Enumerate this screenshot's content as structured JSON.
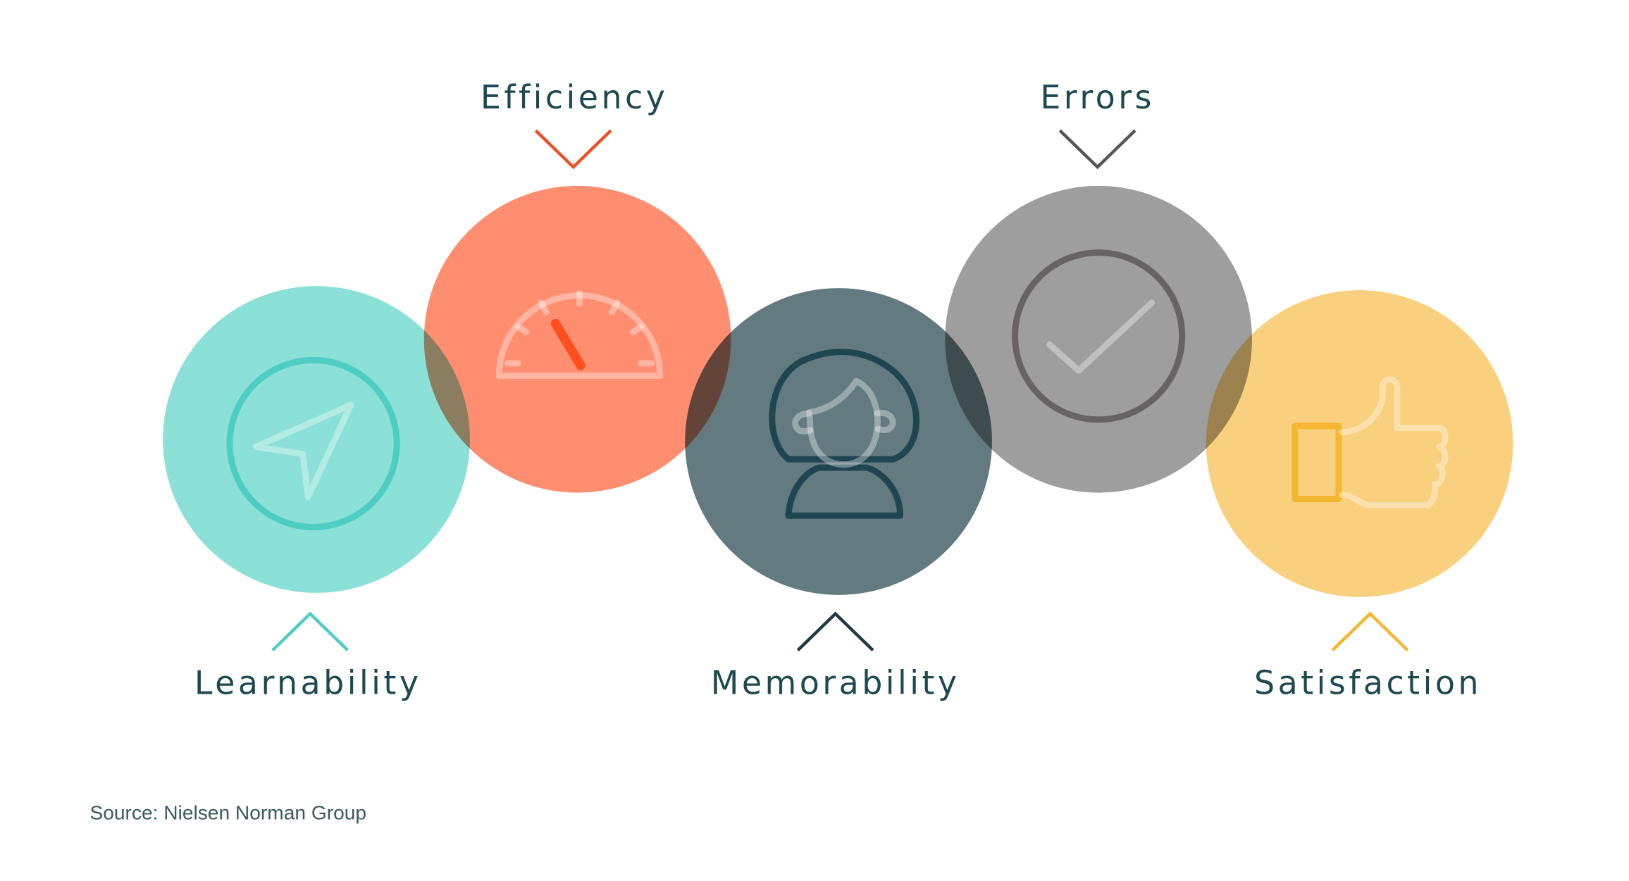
{
  "items": [
    {
      "label": "Learnability",
      "icon": "navigation-arrow-icon",
      "color": "#8be0d8",
      "accent": "#4ecdc4",
      "label_position": "bottom"
    },
    {
      "label": "Efficiency",
      "icon": "speedometer-icon",
      "color": "#ff8a6c",
      "accent": "#f04e23",
      "label_position": "top"
    },
    {
      "label": "Memorability",
      "icon": "person-icon",
      "color": "#637a80",
      "accent": "#1e3a44",
      "label_position": "bottom"
    },
    {
      "label": "Errors",
      "icon": "check-circle-icon",
      "color": "#9e9e9e",
      "accent": "#555555",
      "label_position": "top"
    },
    {
      "label": "Satisfaction",
      "icon": "thumbs-up-icon",
      "color": "#f9d07e",
      "accent": "#f5b731",
      "label_position": "bottom"
    }
  ],
  "source": "Source: Nielsen Norman Group"
}
